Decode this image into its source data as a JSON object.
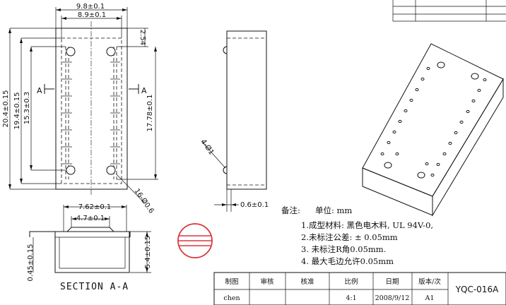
{
  "top_view": {
    "dim_width_outer": "9.8±0.1",
    "dim_width_inner": "8.9±0.1",
    "dim_top_offset": "2.54",
    "dim_height_outer": "20.4±0.15",
    "dim_height_mid": "19.4±0.15",
    "dim_height_inner": "15.3±0.3",
    "dim_pin_span": "17.78±0.1",
    "dim_holes": "16-Ø0.6",
    "section_label_left": "A",
    "section_label_right": "A"
  },
  "side_view": {
    "dim_pins": "4-Ø1",
    "dim_bottom": "0.6±0.1"
  },
  "section_view": {
    "dim_pitch_outer": "7.62±0.1",
    "dim_pitch_inner": "4.7±0.1",
    "dim_base": "0.45±0.15",
    "dim_height": "5.4±0.15",
    "title": "SECTION   A-A"
  },
  "notes": {
    "heading": "备注:",
    "unit": "单位: mm",
    "items": [
      "1.成型材料:  黑色电木料,  UL 94V-0,",
      "2.未标注公差:    ± 0.05mm",
      "3. 未标注R角0.05mm.",
      "4. 最大毛边允许0.05mm"
    ]
  },
  "title_block": {
    "headers": [
      "制图",
      "审核",
      "核准",
      "比例",
      "日期",
      "版本/次"
    ],
    "values": [
      "chen",
      "",
      "",
      "4:1",
      "2008/9/12",
      "A1"
    ],
    "drawing_code": "YQC-016A"
  }
}
